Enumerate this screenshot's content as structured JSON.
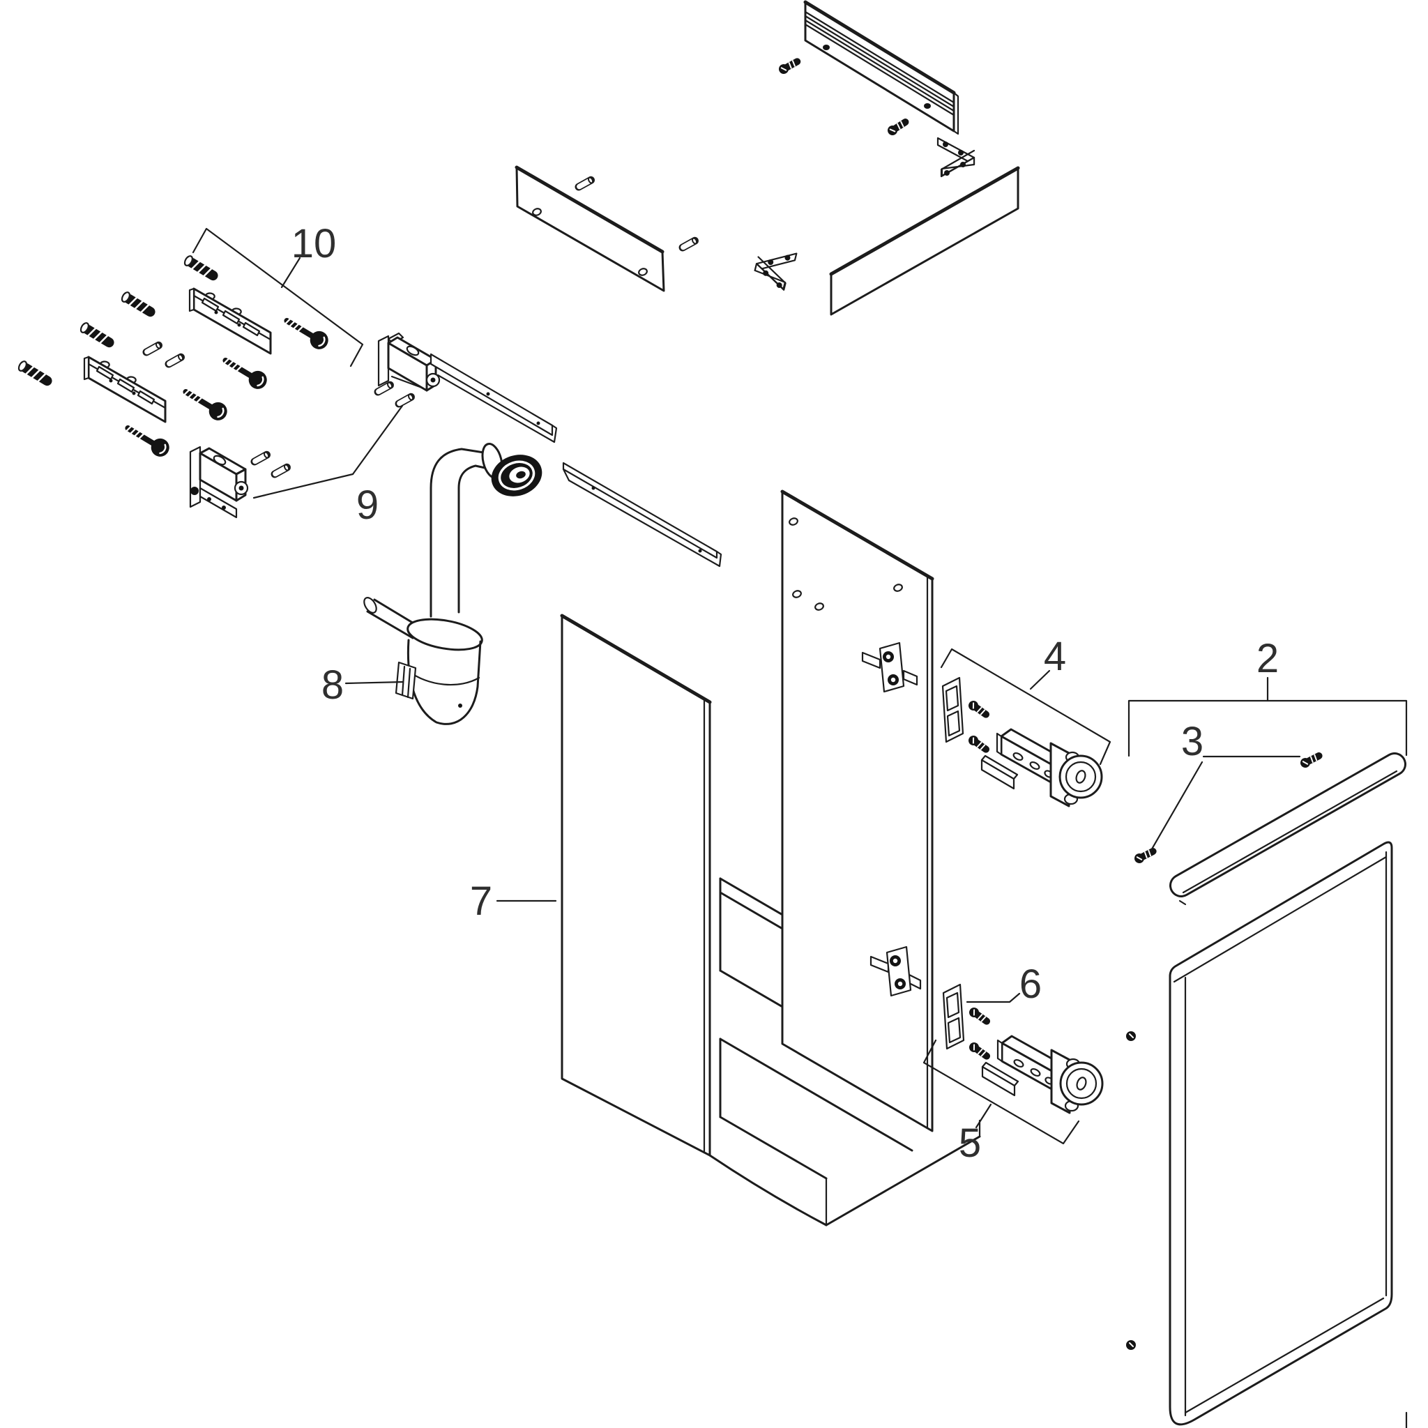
{
  "diagram": {
    "type": "exploded-parts-diagram",
    "subject": "bathroom vanity cabinet assembly",
    "background_color": "#ffffff",
    "line_color": "#1c1c1c",
    "dark_fill_color": "#141414",
    "labels": {
      "part2": "2",
      "part3": "3",
      "part4": "4",
      "part5": "5",
      "part6": "6",
      "part7": "7",
      "part8": "8",
      "part9": "9",
      "part10": "10"
    },
    "callouts": [
      {
        "number": "2",
        "points_to": "door-panel-with-handle"
      },
      {
        "number": "3",
        "points_to": "handle-fixing-screws"
      },
      {
        "number": "4",
        "points_to": "upper-hinge-kit"
      },
      {
        "number": "5",
        "points_to": "lower-hinge-kit"
      },
      {
        "number": "6",
        "points_to": "hinge-gasket-and-screws"
      },
      {
        "number": "7",
        "points_to": "cabinet-carcass"
      },
      {
        "number": "8",
        "points_to": "siphon-trap"
      },
      {
        "number": "9",
        "points_to": "hanger-brackets"
      },
      {
        "number": "10",
        "points_to": "wall-mounting-set"
      }
    ]
  }
}
